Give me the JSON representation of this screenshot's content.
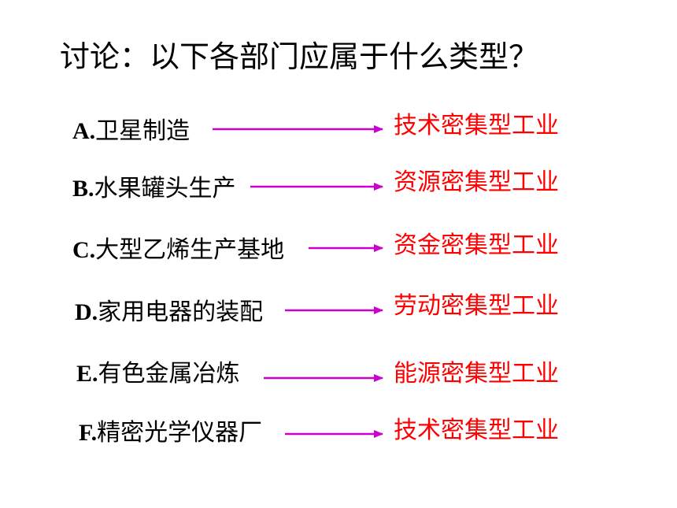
{
  "slide": {
    "title": "讨论：以下各部门应属于什么类型？",
    "items": [
      {
        "prefix": "A.",
        "name": "卫星制造",
        "answer": "技术密集型工业"
      },
      {
        "prefix": "B.",
        "name": "水果罐头生产",
        "answer": "资源密集型工业"
      },
      {
        "prefix": "C.",
        "name": "大型乙烯生产基地",
        "answer": "资金密集型工业"
      },
      {
        "prefix": "D.",
        "name": "家用电器的装配",
        "answer": "劳动密集型工业"
      },
      {
        "prefix": "E.",
        "name": "有色金属冶炼",
        "answer": "能源密集型工业"
      },
      {
        "prefix": "F.",
        "name": "精密光学仪器厂",
        "answer": "技术密集型工业"
      }
    ]
  },
  "colors": {
    "text": "#000000",
    "answer": "#ff0000",
    "arrow": "#cc00cc"
  }
}
